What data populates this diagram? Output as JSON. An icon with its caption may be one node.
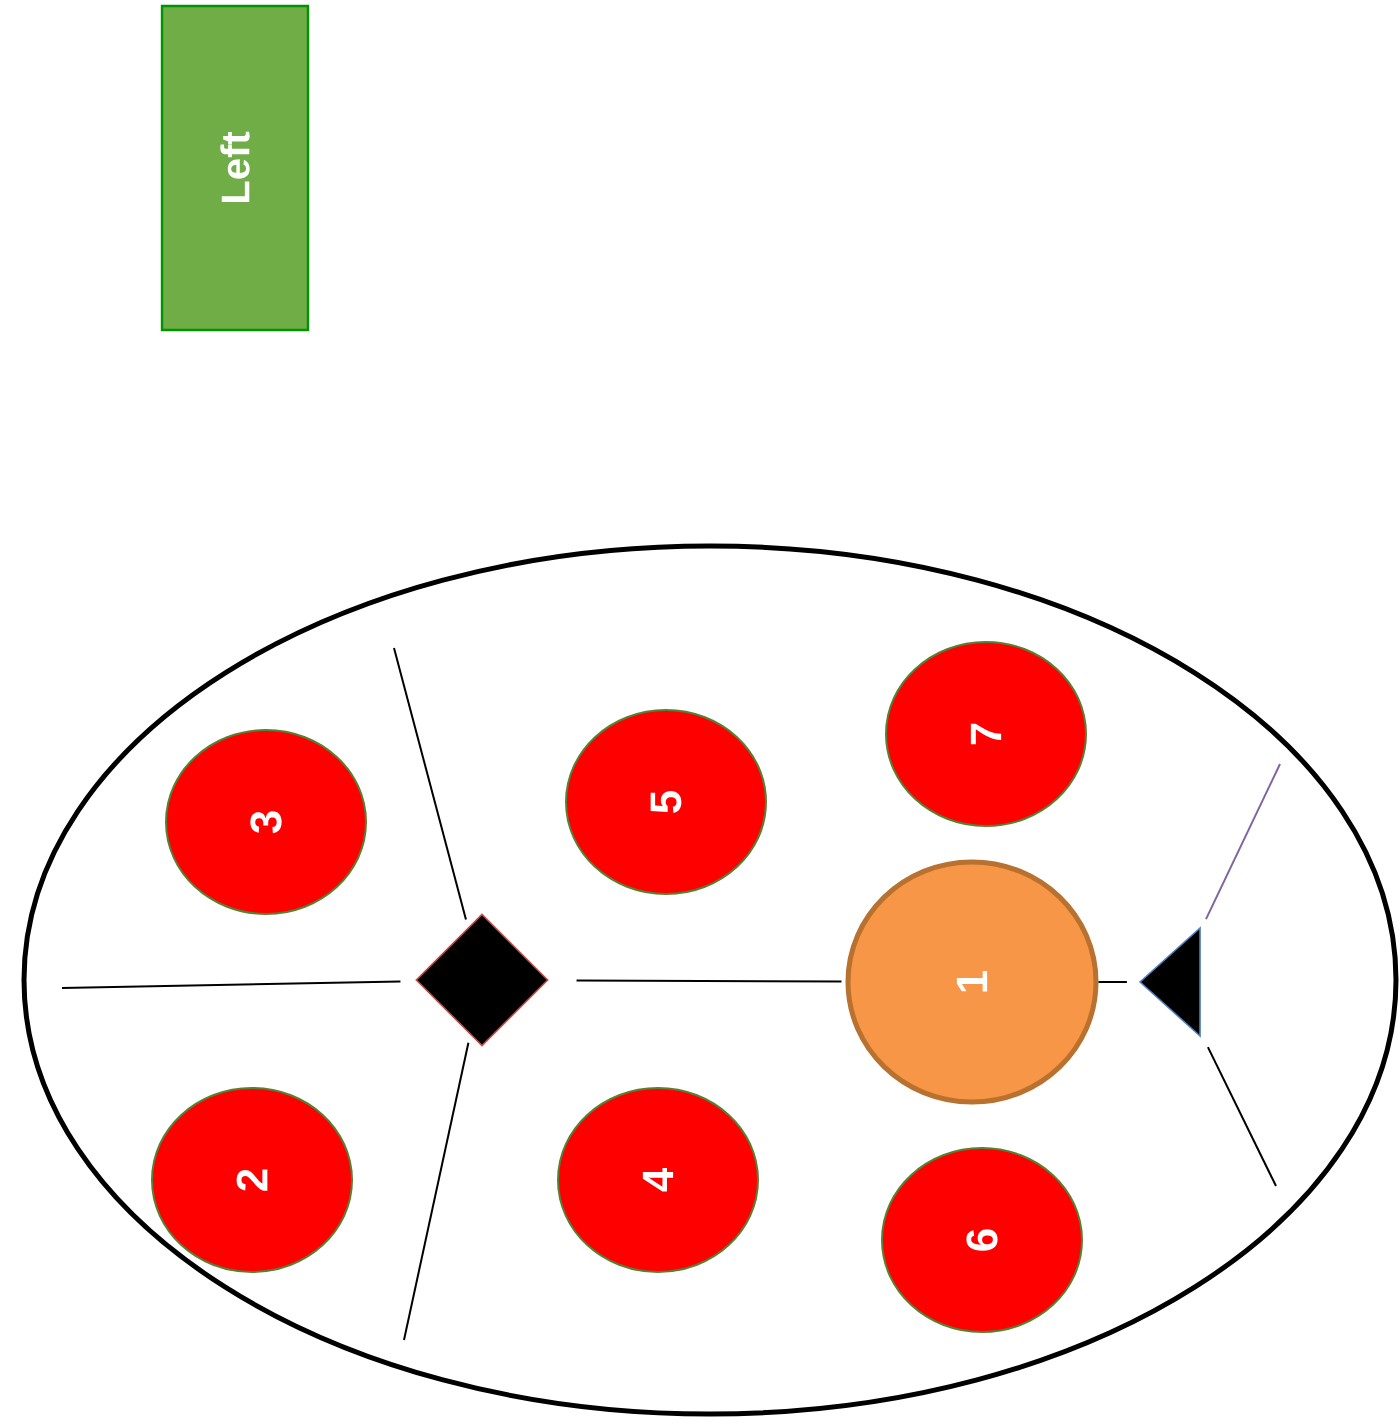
{
  "diagram": {
    "nodes": [
      {
        "text": [
          "Left"
        ]
      },
      {
        "text": [],
        "shape": "ellipse"
      },
      {
        "text": [
          "3"
        ],
        "in": 1
      },
      {
        "text": [
          "5"
        ],
        "in": 1
      },
      {
        "text": [
          "7"
        ],
        "in": 1
      },
      {
        "text": [],
        "shape": "diamond",
        "in": 1
      },
      {
        "text": [
          "1"
        ],
        "in": 1
      },
      {
        "text": [],
        "shape": "triangle",
        "in": 1
      },
      {
        "text": [
          "2"
        ],
        "in": 1
      },
      {
        "text": [
          "4"
        ],
        "in": 1
      },
      {
        "text": [
          "6"
        ],
        "in": 1
      }
    ],
    "edges": [
      {
        "from": null,
        "to": 5,
        "arrow": "none"
      },
      {
        "from": 5,
        "to": null,
        "arrow": "none"
      },
      {
        "from": 5,
        "to": null,
        "arrow": "none"
      },
      {
        "from": 5,
        "to": 6,
        "arrow": "none"
      },
      {
        "from": 6,
        "to": 7,
        "arrow": "none"
      },
      {
        "from": 7,
        "to": null,
        "arrow": "none",
        "color": "#8064a2"
      },
      {
        "from": 7,
        "to": null,
        "arrow": "none"
      }
    ]
  }
}
